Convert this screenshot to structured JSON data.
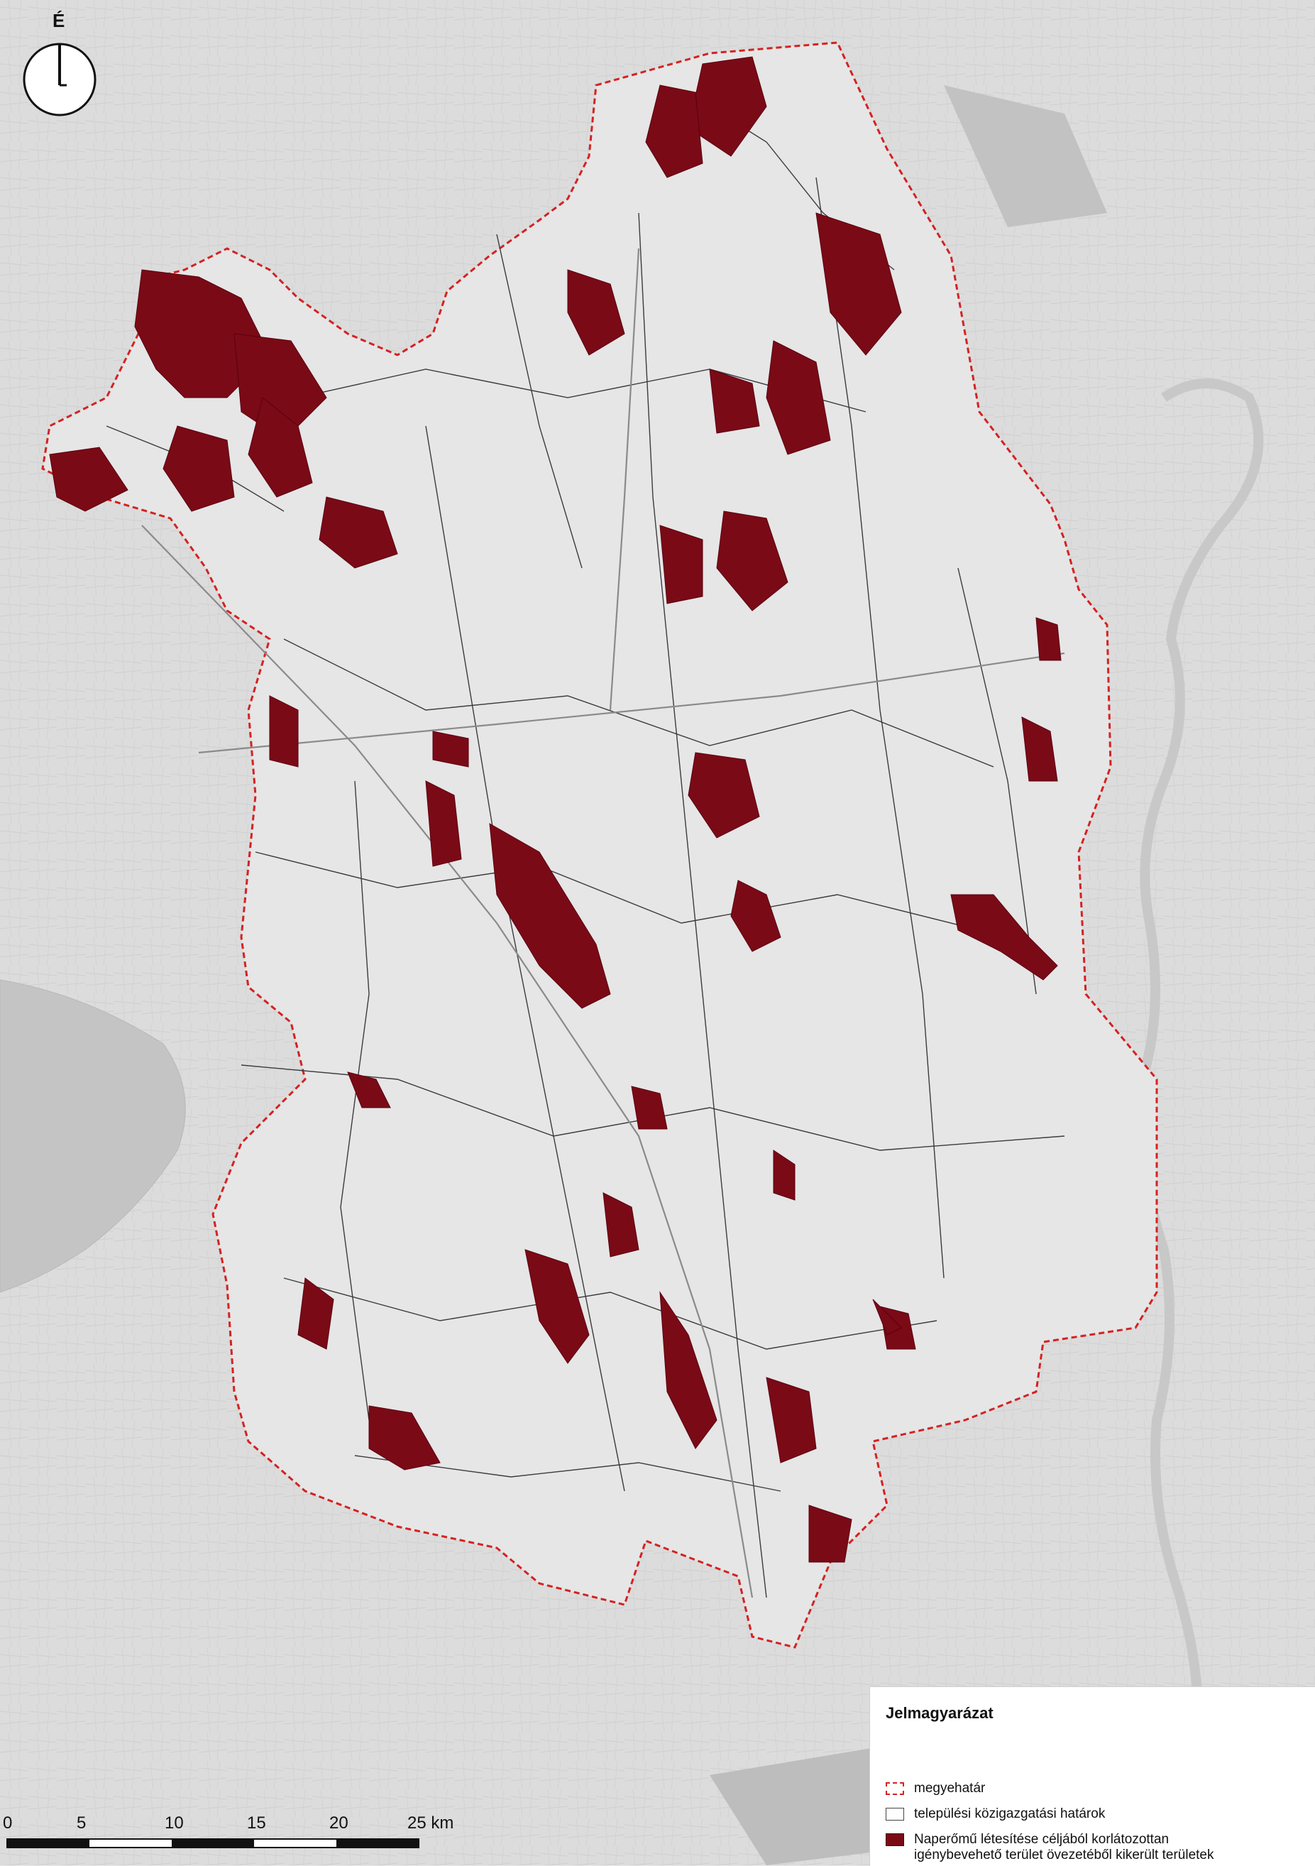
{
  "map": {
    "north_label": "É",
    "scale": {
      "ticks": [
        "0",
        "5",
        "10",
        "15",
        "20",
        "25 km"
      ]
    },
    "colors": {
      "county_border": "#d42222",
      "settlement_border": "#333333",
      "excluded_area": "#7a0a16",
      "county_fill": "#e6e6e6",
      "basemap": "#d9d9d9"
    }
  },
  "legend": {
    "title": "Jelmagyarázat",
    "items": [
      {
        "label": "megyehatár",
        "symbol": "county-border-swatch"
      },
      {
        "label": "települési közigazgatási határok",
        "symbol": "settlement-border-swatch"
      },
      {
        "label": "Naperőmű létesítése céljából korlátozottan igénybevehető terület övezetéből kikerült területek",
        "symbol": "excluded-area-swatch"
      }
    ]
  }
}
